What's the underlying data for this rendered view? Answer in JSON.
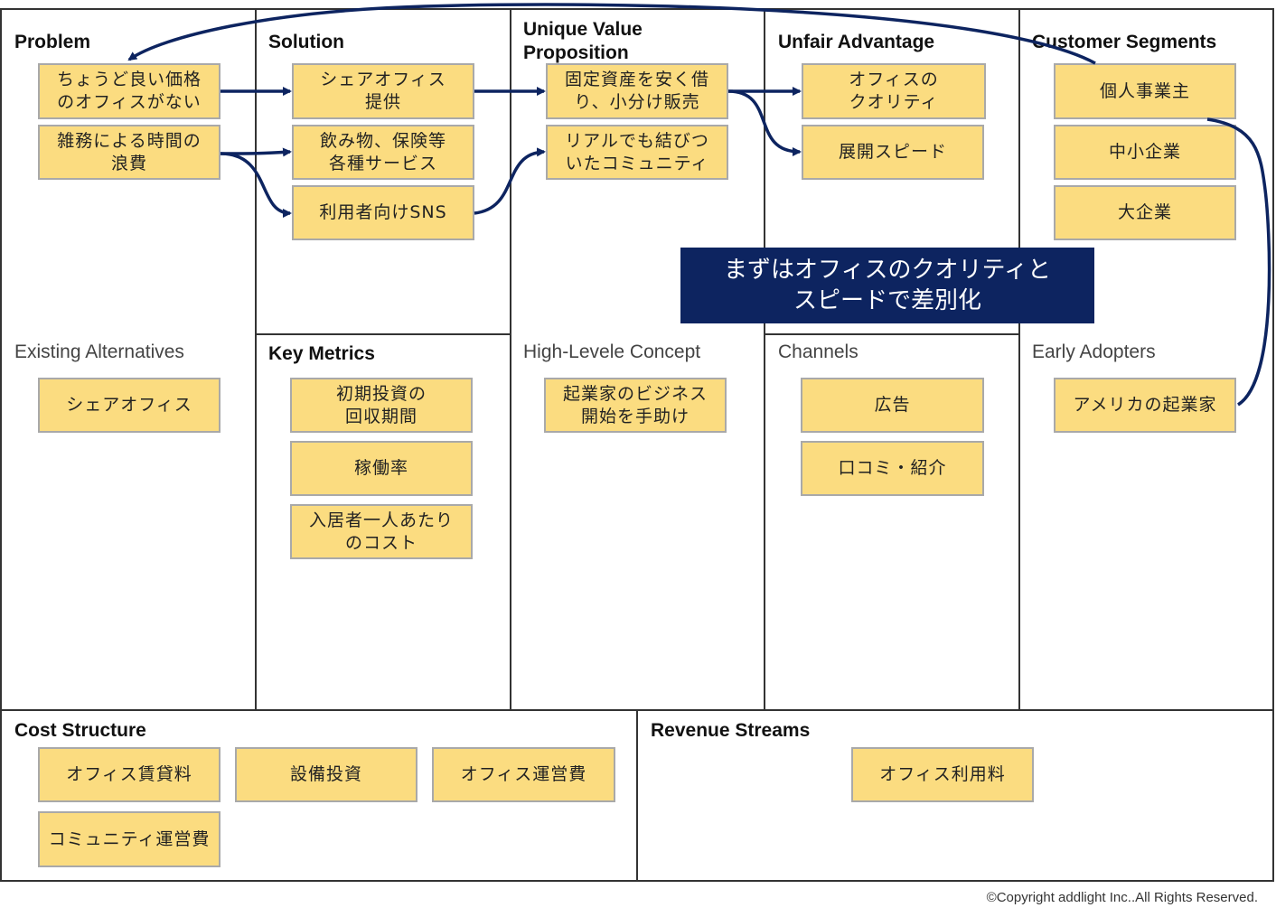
{
  "sections": {
    "problem": "Problem",
    "solution": "Solution",
    "uvp_line1": "Unique Value",
    "uvp_line2": "Proposition",
    "unfair": "Unfair Advantage",
    "customer": "Customer Segments",
    "existing": "Existing Alternatives",
    "metrics": "Key Metrics",
    "concept": "High-Levele Concept",
    "channels": "Channels",
    "early": "Early Adopters",
    "cost": "Cost Structure",
    "revenue": "Revenue Streams"
  },
  "notes": {
    "problem_1": "ちょうど良い価格\nのオフィスがない",
    "problem_2": "雑務による時間の\n浪費",
    "solution_1": "シェアオフィス\n提供",
    "solution_2": "飲み物、保険等\n各種サービス",
    "solution_3": "利用者向けSNS",
    "uvp_1": "固定資産を安く借\nり、小分け販売",
    "uvp_2": "リアルでも結びつ\nいたコミュニティ",
    "unfair_1": "オフィスの\nクオリティ",
    "unfair_2": "展開スピード",
    "customer_1": "個人事業主",
    "customer_2": "中小企業",
    "customer_3": "大企業",
    "existing_1": "シェアオフィス",
    "metrics_1": "初期投資の\n回収期間",
    "metrics_2": "稼働率",
    "metrics_3": "入居者一人あたり\nのコスト",
    "concept_1": "起業家のビジネス\n開始を手助け",
    "channels_1": "広告",
    "channels_2": "口コミ・紹介",
    "early_1": "アメリカの起業家",
    "cost_1": "オフィス賃貸料",
    "cost_2": "設備投資",
    "cost_3": "オフィス運営費",
    "cost_4": "コミュニティ運営費",
    "revenue_1": "オフィス利用料"
  },
  "callout": "まずはオフィスのクオリティと\nスピードで差別化",
  "copyright": "©Copyright addlight Inc..All Rights Reserved.",
  "colors": {
    "note_fill": "#fbdc80",
    "arrow": "#0d2460",
    "callout_bg": "#0d2460"
  }
}
